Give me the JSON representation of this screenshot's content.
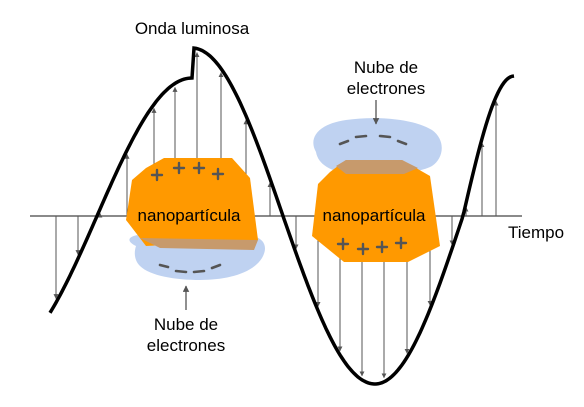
{
  "title": "Onda luminosa",
  "axis_label": "Tiempo",
  "particles": [
    {
      "label": "nanopartícula",
      "charge_sign": "+",
      "charge_count": 4,
      "cloud_label": [
        "Nube de",
        "electrones"
      ],
      "cloud_sign": "−"
    },
    {
      "label": "nanopartícula",
      "charge_sign": "+",
      "charge_count": 4,
      "cloud_label": [
        "Nube de",
        "electrones"
      ],
      "cloud_sign": "−"
    }
  ],
  "colors": {
    "wave": "#000000",
    "particle": "#ff9900",
    "cloud": "#b8cdf0",
    "overlap": "#c79a6c",
    "arrows": "#555555",
    "charges": "#555555"
  }
}
